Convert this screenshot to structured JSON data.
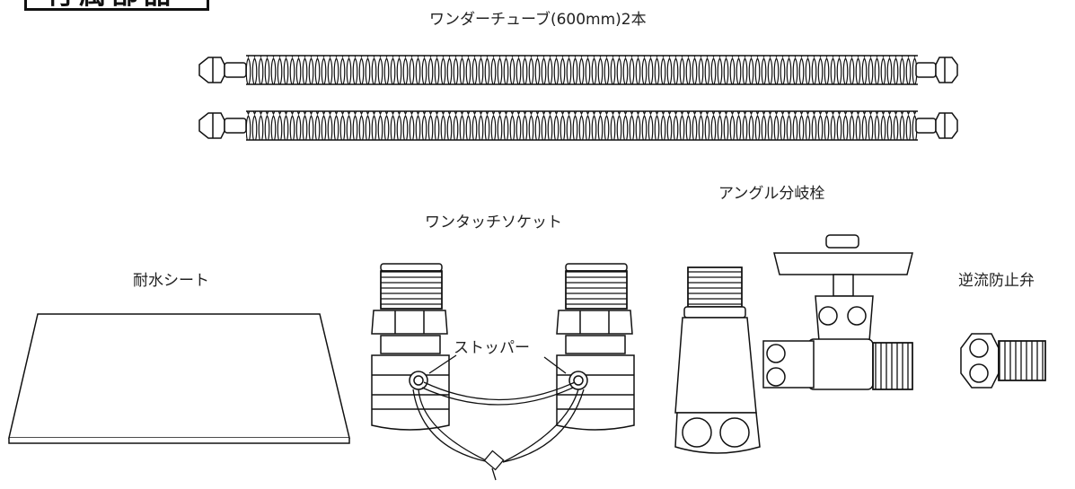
{
  "header": {
    "title": "付属部品"
  },
  "labels": {
    "wonder_tube": "ワンダーチューブ(600mm)2本",
    "angle_valve": "アングル分岐栓",
    "one_touch_socket": "ワンタッチソケット",
    "waterproof_sheet": "耐水シート",
    "check_valve": "逆流防止弁",
    "stopper": "ストッパー"
  }
}
